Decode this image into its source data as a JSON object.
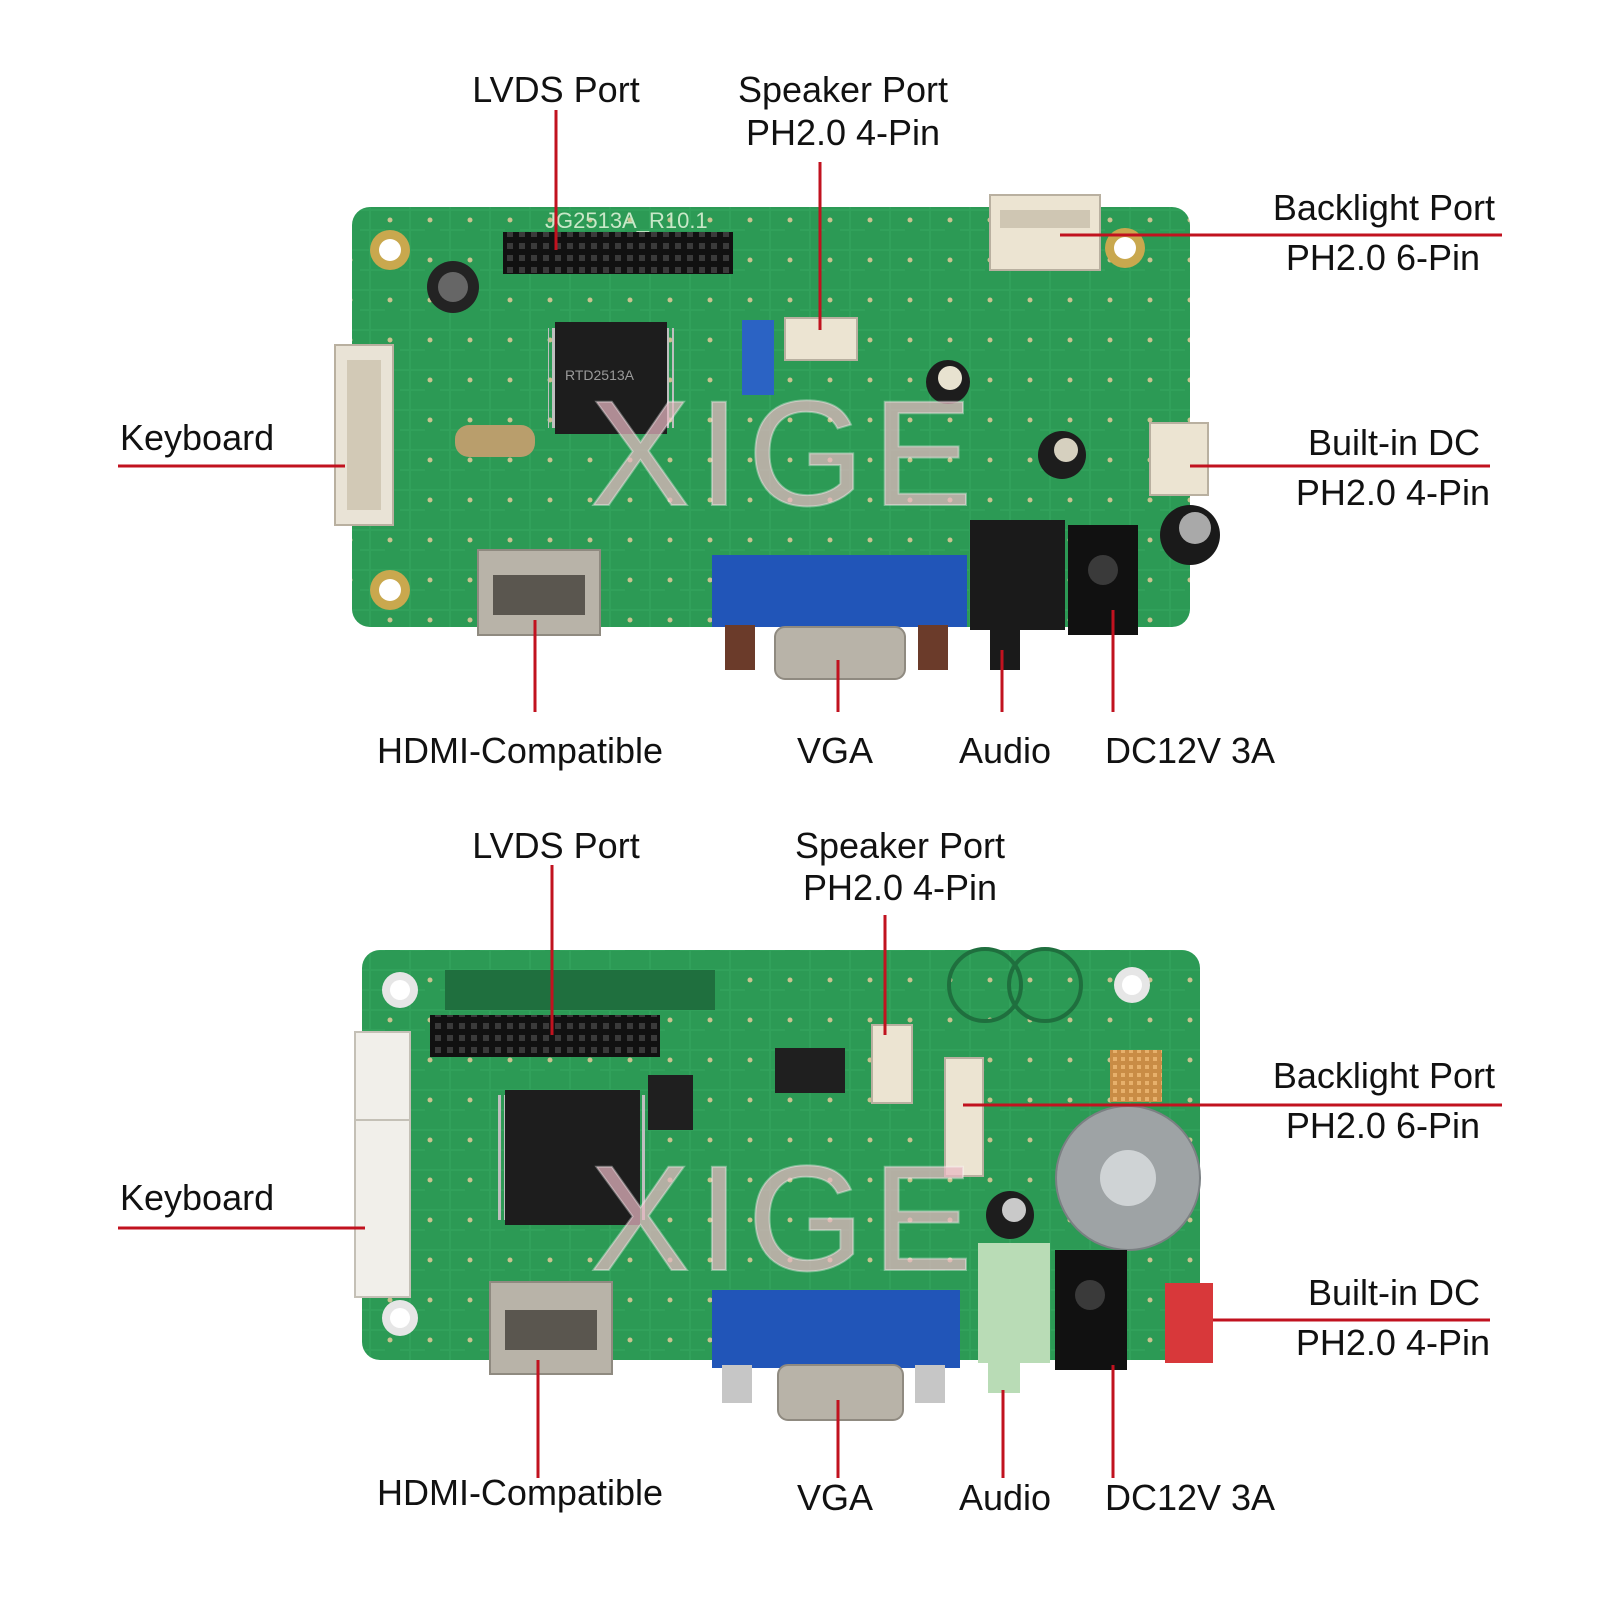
{
  "colors": {
    "pcb": "#2c9a55",
    "pcb_dark": "#1f6f3e",
    "leader": "#c1121f",
    "vga_blue": "#2155b8",
    "silver": "#b8b3a8",
    "black_part": "#1a1a1a",
    "connector_white": "#e9e3d6",
    "watermark": "#e7b7c2"
  },
  "watermark": "XIGE",
  "boards": [
    {
      "id": "top",
      "silkscreen": "JG2513A_R10.1",
      "chip_marking": "RTD2513A",
      "labels": {
        "lvds": "LVDS Port",
        "speaker_1": "Speaker Port",
        "speaker_2": "PH2.0 4-Pin",
        "backlight_1": "Backlight Port",
        "backlight_2": "PH2.0 6-Pin",
        "keyboard": "Keyboard",
        "builtin_dc_1": "Built-in DC",
        "builtin_dc_2": "PH2.0 4-Pin",
        "hdmi": "HDMI-Compatible",
        "vga": "VGA",
        "audio": "Audio",
        "dc12v": "DC12V 3A"
      }
    },
    {
      "id": "bottom",
      "labels": {
        "lvds": "LVDS Port",
        "speaker_1": "Speaker Port",
        "speaker_2": "PH2.0 4-Pin",
        "backlight_1": "Backlight Port",
        "backlight_2": "PH2.0 6-Pin",
        "keyboard": "Keyboard",
        "builtin_dc_1": "Built-in DC",
        "builtin_dc_2": "PH2.0 4-Pin",
        "hdmi": "HDMI-Compatible",
        "vga": "VGA",
        "audio": "Audio",
        "dc12v": "DC12V 3A"
      }
    }
  ]
}
